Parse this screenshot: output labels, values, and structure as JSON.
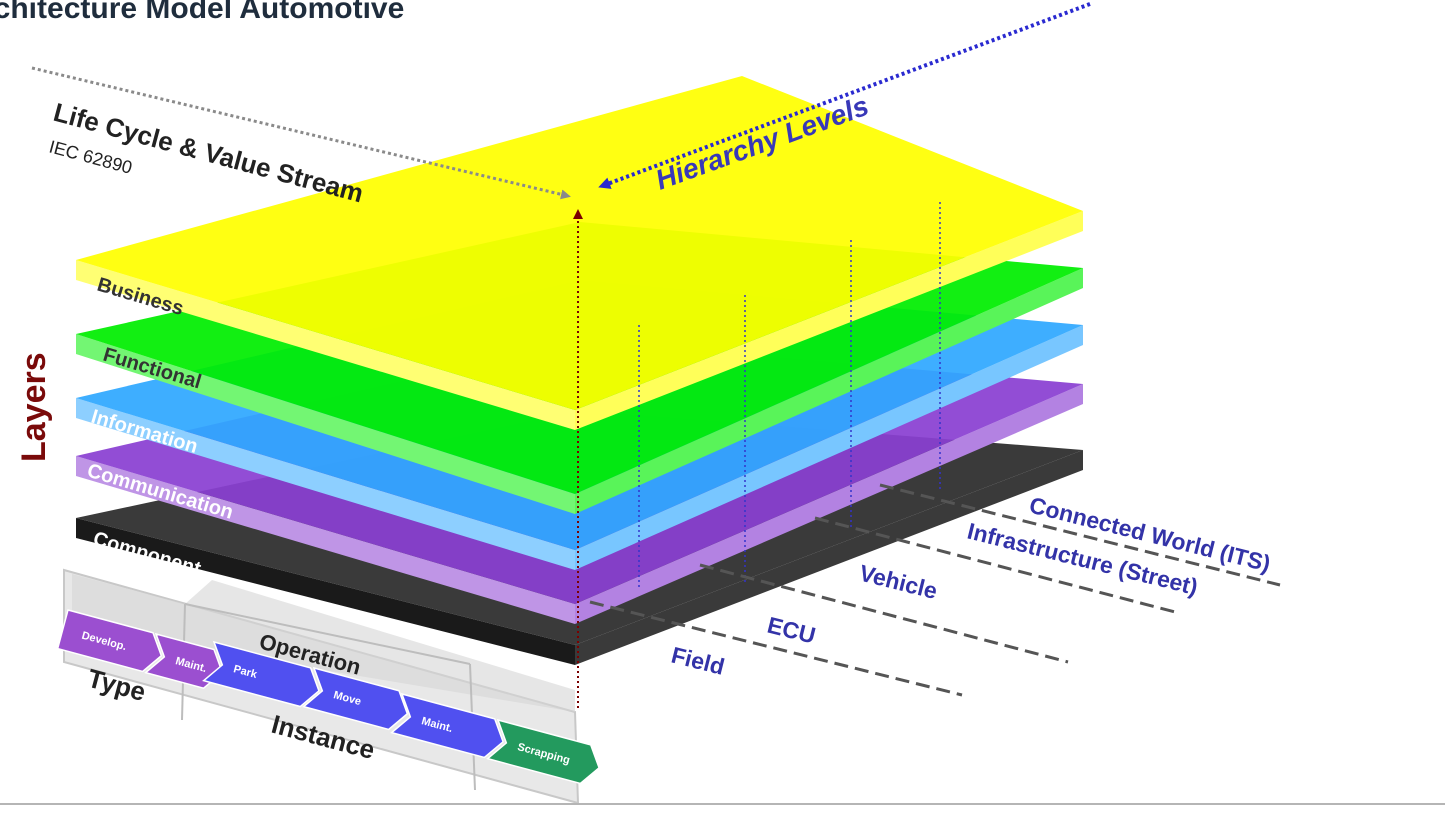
{
  "title": "rchitecture Model Automotive",
  "axes": {
    "life_cycle": "Life Cycle & Value Stream",
    "life_cycle_sub": "IEC 62890",
    "hierarchy": "Hierarchy Levels",
    "layers": "Layers"
  },
  "layers": [
    {
      "label": "Business",
      "color": "#ffff00"
    },
    {
      "label": "Functional",
      "color": "#00ee00"
    },
    {
      "label": "Information",
      "color": "#2fa8ff"
    },
    {
      "label": "Communication",
      "color": "#8a3fd2"
    },
    {
      "label": "Component",
      "color": "#2b2b2b"
    }
  ],
  "hierarchy_levels": [
    "Connected World (ITS)",
    "Infrastructure (Street)",
    "Vehicle",
    "ECU",
    "Field"
  ],
  "lifecycle": {
    "operation_label": "Operation",
    "type_label": "Type",
    "instance_label": "Instance",
    "phases": [
      {
        "label": "Develop.",
        "color": "#9b4fd0"
      },
      {
        "label": "Maint.",
        "color": "#9b4fd0"
      },
      {
        "label": "Park",
        "color": "#5050f0"
      },
      {
        "label": "Move",
        "color": "#5050f0"
      },
      {
        "label": "Maint.",
        "color": "#5050f0"
      },
      {
        "label": "Scrapping",
        "color": "#239a5e"
      }
    ]
  }
}
